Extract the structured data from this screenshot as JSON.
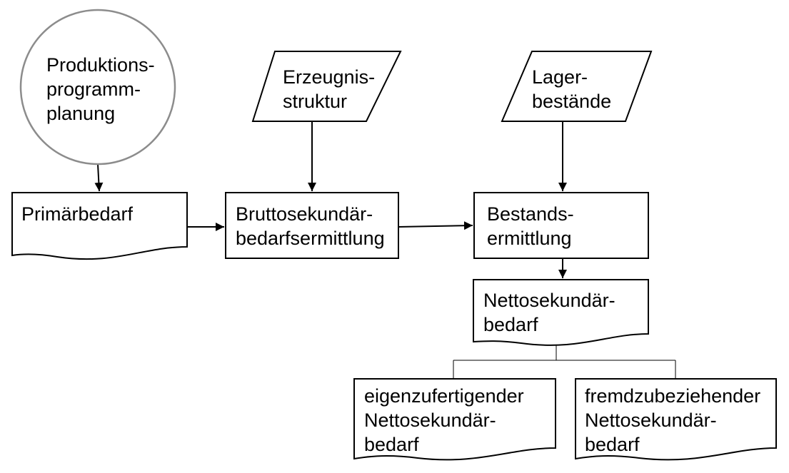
{
  "nodes": {
    "produktionsprogrammplanung": {
      "lines": [
        "Produktions-",
        "programm-",
        "planung"
      ]
    },
    "erzeugnisstruktur": {
      "lines": [
        "Erzeugnis-",
        "struktur"
      ]
    },
    "lagerbestaende": {
      "lines": [
        "Lager-",
        "bestände"
      ]
    },
    "primaerbedarf": {
      "lines": [
        "Primärbedarf"
      ]
    },
    "bruttosekundaerbedarfsermittlung": {
      "lines": [
        "Bruttosekundär-",
        "bedarfsermittlung"
      ]
    },
    "bestandsermittlung": {
      "lines": [
        "Bestands-",
        "ermittlung"
      ]
    },
    "nettosekundaerbedarf": {
      "lines": [
        "Nettosekundär-",
        "bedarf"
      ]
    },
    "eigenzufertigender": {
      "lines": [
        "eigenzufertigender",
        "Nettosekundär-",
        "bedarf"
      ]
    },
    "fremdzubeziehender": {
      "lines": [
        "fremdzubeziehender",
        "Nettosekundär-",
        "bedarf"
      ]
    }
  }
}
